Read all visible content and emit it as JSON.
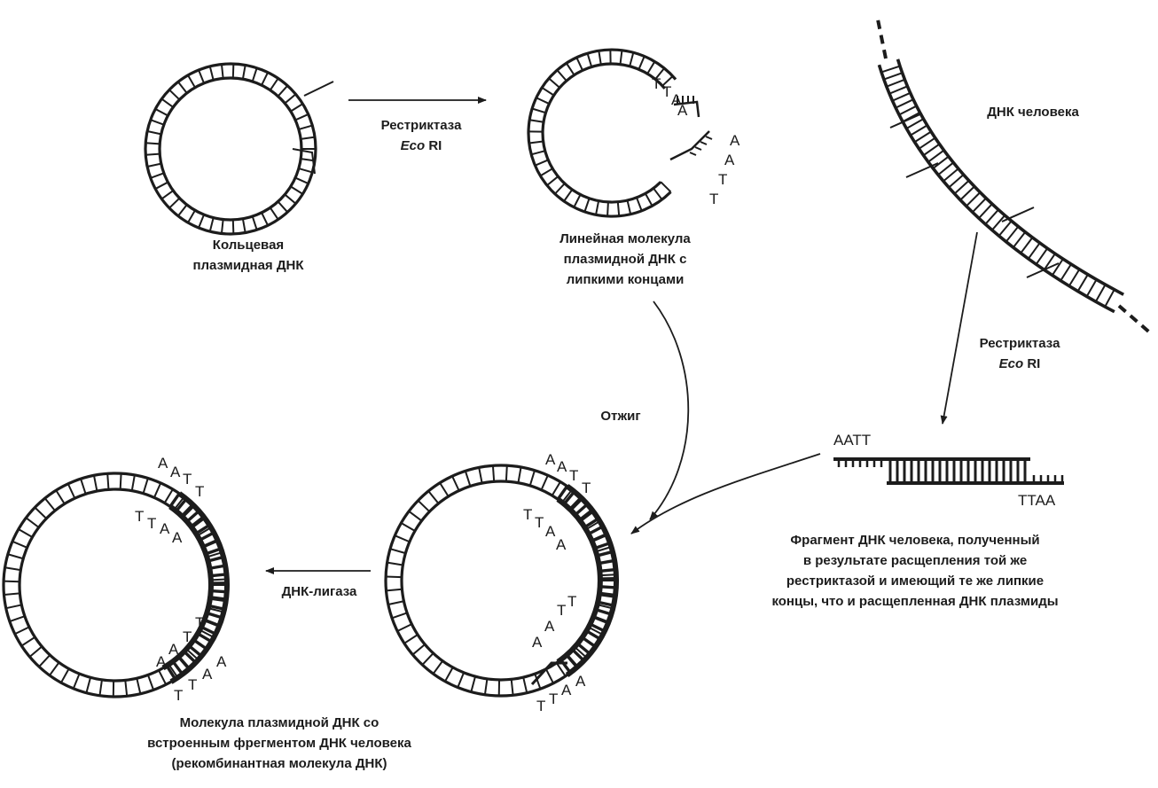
{
  "labels": {
    "circular": [
      "Кольцевая",
      "плазмидная ДНК"
    ],
    "restriction_1": "Рестриктаза",
    "restriction_1_enzyme_italic": "Eco",
    "restriction_1_enzyme_rest": " RI",
    "linear": [
      "Линейная молекула",
      "плазмидной ДНК с",
      "липкими концами"
    ],
    "human_dna": "ДНК человека",
    "restriction_2": "Рестриктаза",
    "restriction_2_enzyme_italic": "Eco",
    "restriction_2_enzyme_rest": " RI",
    "annealing": "Отжиг",
    "fragment_top_end": "AATT",
    "fragment_bottom_end": "TTAA",
    "fragment_caption": [
      "Фрагмент ДНК человека, полученный",
      "в результате расщепления той же",
      "рестриктазой и имеющий те же липкие",
      "концы, что и расщепленная ДНК плазмиды"
    ],
    "ligase": "ДНК-лигаза",
    "recombinant": [
      "Молекула плазмидной ДНК со",
      "встроенным фрегментом ДНК человека",
      "(рекомбинантная молекула ДНК)"
    ]
  },
  "sticky_ends": {
    "linear_top": [
      "T",
      "T",
      "A",
      "A"
    ],
    "linear_bottom": [
      "A",
      "A",
      "T",
      "T"
    ],
    "annealed_top_outer": [
      "A",
      "A",
      "T",
      "T"
    ],
    "annealed_top_inner": [
      "T",
      "T",
      "A",
      "A"
    ],
    "annealed_bottom_inner": [
      "A",
      "A",
      "T",
      "T"
    ],
    "annealed_bottom_outer": [
      "T",
      "T",
      "A",
      "A"
    ],
    "ligated_top_outer": [
      "A",
      "A",
      "T",
      "T"
    ],
    "ligated_top_inner": [
      "T",
      "T",
      "A",
      "A"
    ],
    "ligated_bottom_inner": [
      "A",
      "A",
      "T",
      "T"
    ],
    "ligated_bottom_outer": [
      "T",
      "T",
      "A",
      "A"
    ]
  }
}
